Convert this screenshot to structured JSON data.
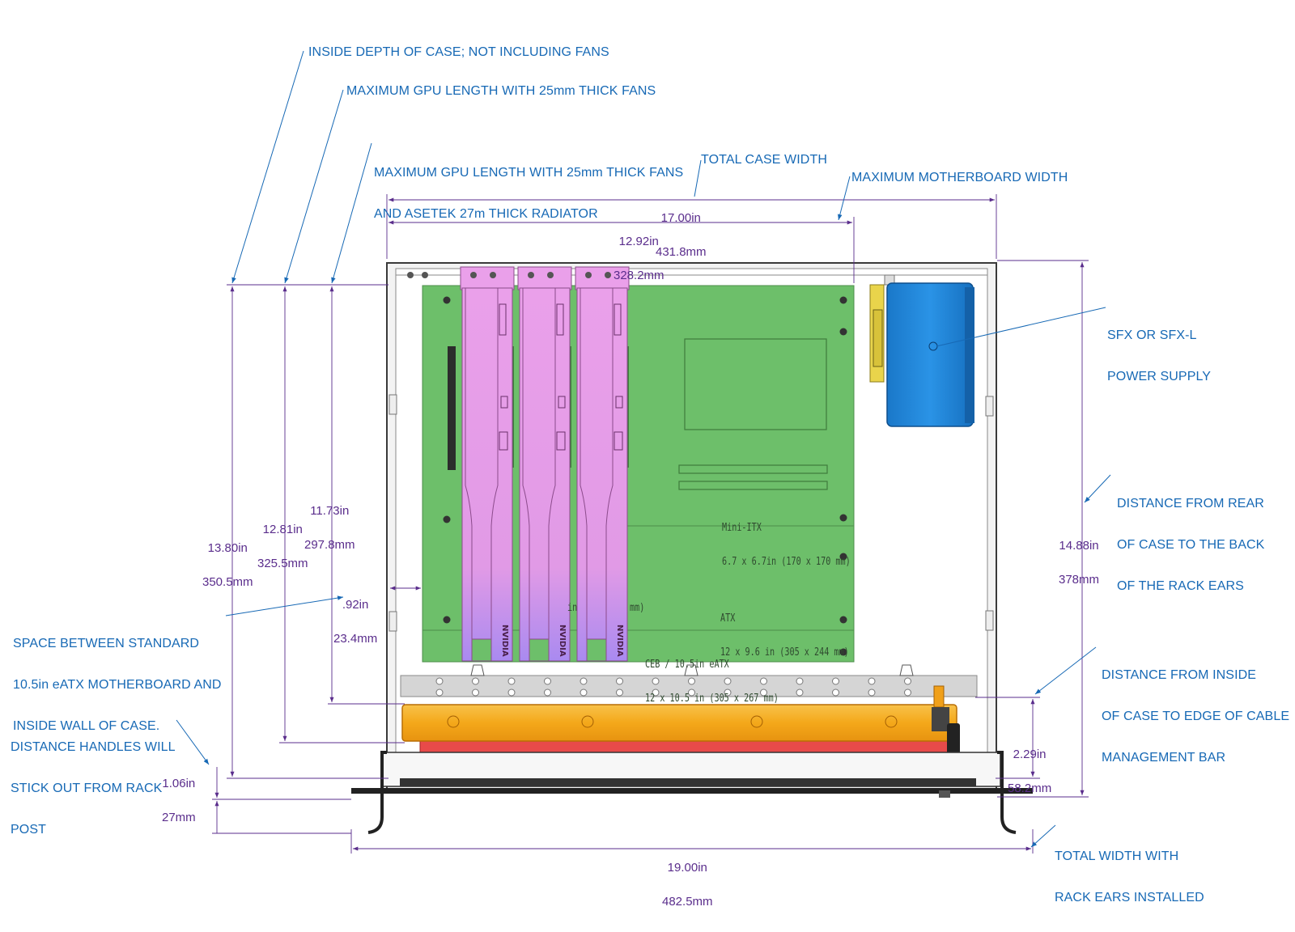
{
  "callouts": {
    "inside_depth": "INSIDE DEPTH OF CASE; NOT INCLUDING FANS",
    "gpu_length_fans": "MAXIMUM GPU LENGTH WITH 25mm THICK FANS",
    "gpu_length_radiator_1": "MAXIMUM GPU LENGTH WITH 25mm THICK FANS",
    "gpu_length_radiator_2": "AND ASETEK 27m THICK RADIATOR",
    "total_case_width": "TOTAL CASE WIDTH",
    "max_motherboard_width": "MAXIMUM MOTHERBOARD WIDTH",
    "psu_1": "SFX OR SFX-L",
    "psu_2": "POWER SUPPLY",
    "rear_to_ears_1": "DISTANCE FROM REAR",
    "rear_to_ears_2": "OF CASE TO THE BACK",
    "rear_to_ears_3": "OF THE RACK EARS",
    "space_between_1": "SPACE BETWEEN STANDARD",
    "space_between_2": "10.5in eATX MOTHERBOARD AND",
    "space_between_3": "INSIDE WALL OF CASE.",
    "cable_bar_1": "DISTANCE FROM INSIDE",
    "cable_bar_2": "OF CASE TO EDGE OF CABLE",
    "cable_bar_3": "MANAGEMENT BAR",
    "handles_1": "DISTANCE HANDLES WILL",
    "handles_2": "STICK OUT FROM RACK",
    "handles_3": "POST",
    "total_width_ears_1": "TOTAL WIDTH WITH",
    "total_width_ears_2": "RACK EARS INSTALLED"
  },
  "dimensions": {
    "case_width": {
      "in": "17.00in",
      "mm": "431.8mm"
    },
    "mb_width": {
      "in": "12.92in",
      "mm": "328.2mm"
    },
    "inside_depth": {
      "in": "13.80in",
      "mm": "350.5mm"
    },
    "gpu_fans": {
      "in": "12.81in",
      "mm": "325.5mm"
    },
    "gpu_radiator": {
      "in": "11.73in",
      "mm": "297.8mm"
    },
    "mb_gap": {
      "in": ".92in",
      "mm": "23.4mm"
    },
    "rear_to_ears": {
      "in": "14.88in",
      "mm": "378mm"
    },
    "cable_bar": {
      "in": "2.29in",
      "mm": "58.2mm"
    },
    "handles": {
      "in": "1.06in",
      "mm": "27mm"
    },
    "total_width": {
      "in": "19.00in",
      "mm": "482.5mm"
    }
  },
  "board_labels": {
    "mini_itx_1": "Mini-ITX",
    "mini_itx_2": "6.7 x 6.7in (170 x 170 mm)",
    "atx_1": "ATX",
    "atx_2": "12 x 9.6 in (305 x 244 mm)",
    "ceb_1": "CEB / 10.5in eATX",
    "ceb_2": "12 x 10.5 in (305 x 267 mm)",
    "partial_in": "in",
    "partial_mm": "mm)"
  },
  "gpu_brand": "NVIDIA",
  "colors": {
    "callout": "#1769b5",
    "dimension": "#5a2d8c",
    "motherboard": "#6dbf6a",
    "gpu": "#e99be8",
    "psu": "#1f86d8",
    "radiator": "#f4ab1c",
    "fan": "#e84a4a"
  }
}
